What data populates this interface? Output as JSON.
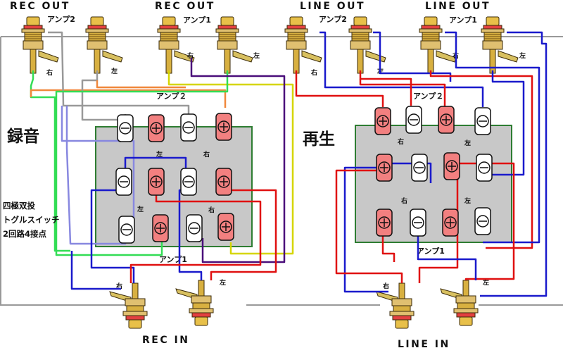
{
  "headers": {
    "rec_out_left": "REC  OUT",
    "rec_out_right": "REC  OUT",
    "line_out_left": "LINE  OUT",
    "line_out_right": "LINE  OUT",
    "rec_in": "REC  IN",
    "line_in": "LINE  IN"
  },
  "amp_labels": {
    "amp2": "アンプ2",
    "amp1": "アンプ1",
    "amp2_center": "アンプ２",
    "amp1_center": "アンプ1"
  },
  "side_labels": {
    "right": "右",
    "left": "左"
  },
  "sections": {
    "recording": "録音",
    "playback": "再生"
  },
  "switch_description": [
    "四極双投",
    "トグルスイッチ",
    "2回路4接点"
  ],
  "colors": {
    "board_background": "#c8c8c8",
    "board_border": "#2e7d32",
    "positive_terminal": "#f28080",
    "negative_terminal": "#ffffff",
    "wire_red": "#e01010",
    "wire_blue": "#1a1acc",
    "wire_purple": "#4a0e7a",
    "wire_yellow": "#d6d600",
    "wire_green": "#33dd55",
    "wire_orange": "#f0883c",
    "wire_gray": "#999999",
    "wire_lavender": "#8888e0",
    "jack_body": "#c49a2a",
    "jack_red_ring": "#d82020"
  },
  "icons": {
    "plus_terminal": "plus-circle-icon",
    "minus_terminal": "minus-circle-icon",
    "jack": "rca-jack-icon"
  }
}
